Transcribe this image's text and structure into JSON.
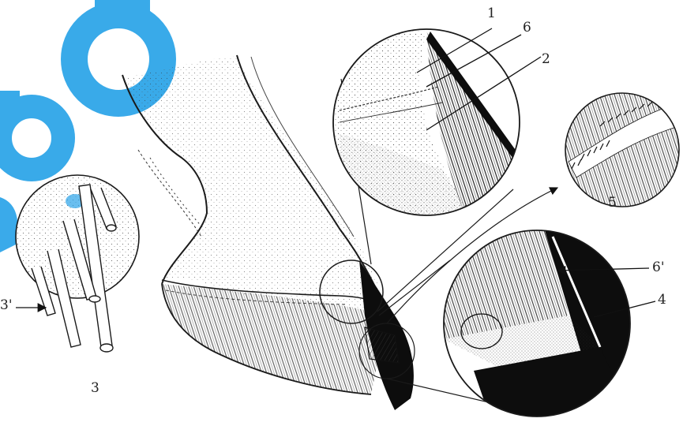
{
  "labels": {
    "l1": "1",
    "l6": "6",
    "l2": "2",
    "l5": "5",
    "l6p": "6'",
    "l4": "4",
    "l3p": "3'",
    "l3": "3"
  },
  "colors": {
    "ink": "#1a1a1a",
    "watermark": "#29a3e8",
    "hoof_wall": "#0d0d0d"
  },
  "icons": {
    "watermark": "watermark-logo"
  }
}
